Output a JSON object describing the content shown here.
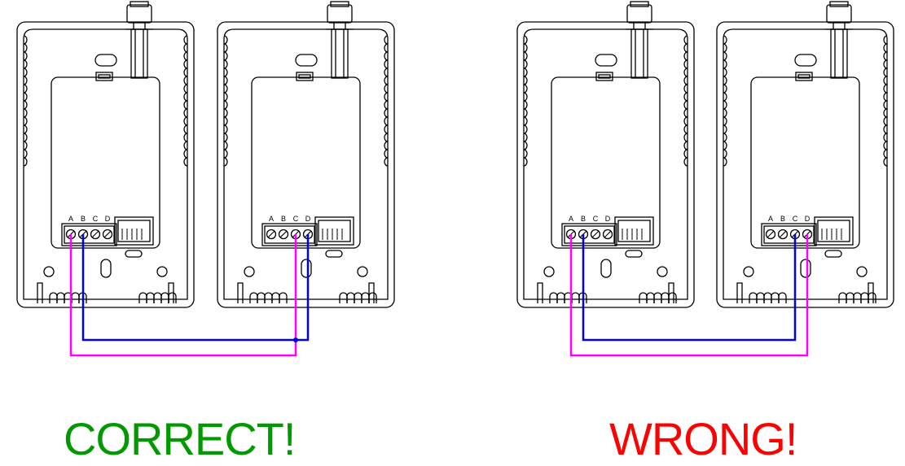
{
  "terminal_letters": [
    "A",
    "B",
    "C",
    "D"
  ],
  "verdicts": {
    "correct": "CORRECT!",
    "wrong": "WRONG!"
  },
  "colors": {
    "outline": "#000000",
    "wire_pink": "#ff00ff",
    "wire_blue": "#0000e0",
    "correct_text": "#009a00",
    "wrong_text": "#ff0000"
  },
  "scenarios": [
    {
      "name": "correct",
      "pink_wire": [
        "A",
        "C"
      ],
      "blue_wire": [
        "B",
        "D"
      ]
    },
    {
      "name": "wrong",
      "pink_wire": [
        "A",
        "D"
      ],
      "blue_wire": [
        "B",
        "C"
      ]
    }
  ]
}
